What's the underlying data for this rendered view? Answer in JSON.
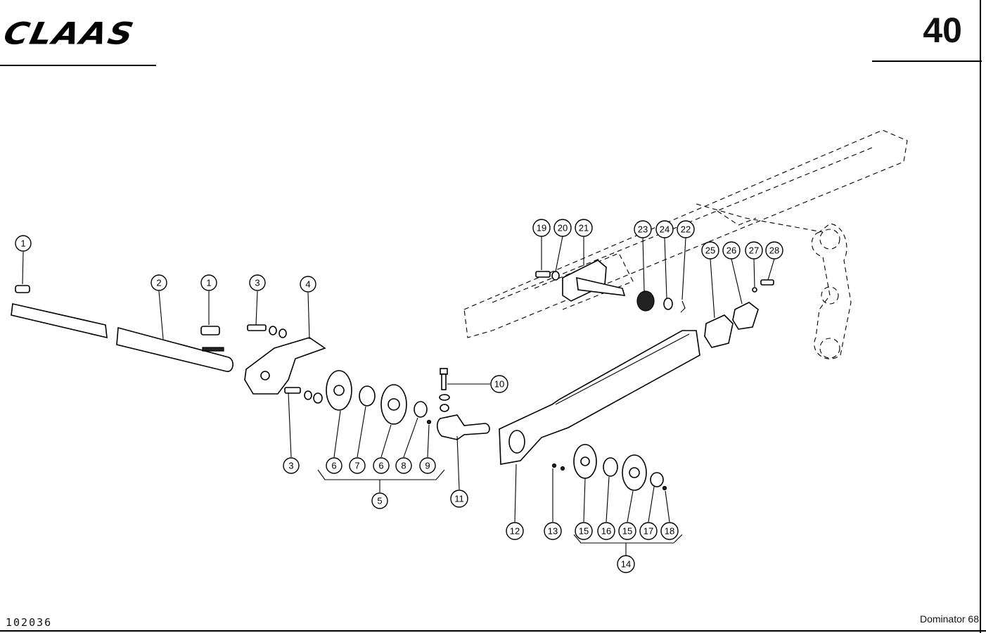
{
  "header": {
    "brand": "CLAAS",
    "page_number": "40"
  },
  "footer": {
    "document_id": "102036",
    "model": "Dominator 68"
  },
  "callouts": [
    {
      "id": "c1a",
      "label": "1"
    },
    {
      "id": "c2",
      "label": "2"
    },
    {
      "id": "c1b",
      "label": "1"
    },
    {
      "id": "c3a",
      "label": "3"
    },
    {
      "id": "c4",
      "label": "4"
    },
    {
      "id": "c3b",
      "label": "3"
    },
    {
      "id": "c6a",
      "label": "6"
    },
    {
      "id": "c7",
      "label": "7"
    },
    {
      "id": "c6b",
      "label": "6"
    },
    {
      "id": "c8",
      "label": "8"
    },
    {
      "id": "c9",
      "label": "9"
    },
    {
      "id": "c5",
      "label": "5"
    },
    {
      "id": "c10",
      "label": "10"
    },
    {
      "id": "c11",
      "label": "11"
    },
    {
      "id": "c12",
      "label": "12"
    },
    {
      "id": "c13",
      "label": "13"
    },
    {
      "id": "c15a",
      "label": "15"
    },
    {
      "id": "c16",
      "label": "16"
    },
    {
      "id": "c15b",
      "label": "15"
    },
    {
      "id": "c17",
      "label": "17"
    },
    {
      "id": "c18",
      "label": "18"
    },
    {
      "id": "c14",
      "label": "14"
    },
    {
      "id": "c19",
      "label": "19"
    },
    {
      "id": "c20",
      "label": "20"
    },
    {
      "id": "c21",
      "label": "21"
    },
    {
      "id": "c23",
      "label": "23"
    },
    {
      "id": "c24",
      "label": "24"
    },
    {
      "id": "c22",
      "label": "22"
    },
    {
      "id": "c25",
      "label": "25"
    },
    {
      "id": "c26",
      "label": "26"
    },
    {
      "id": "c27",
      "label": "27"
    },
    {
      "id": "c28",
      "label": "28"
    }
  ]
}
